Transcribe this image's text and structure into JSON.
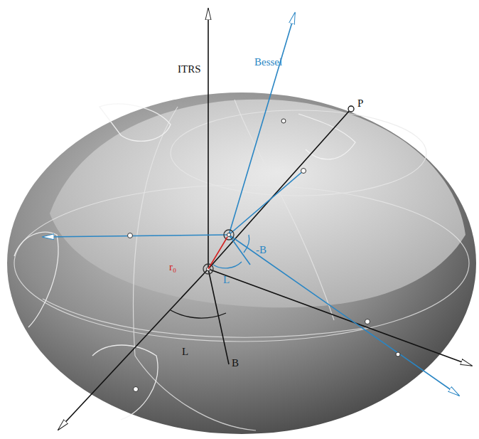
{
  "diagram": {
    "labels": [
      "ITRS",
      "Bessel",
      "P",
      "r₀",
      "L",
      "-B",
      "L",
      "B"
    ]
  }
}
